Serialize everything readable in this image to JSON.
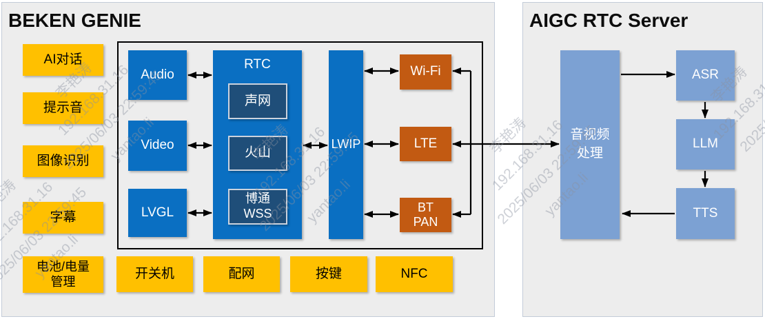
{
  "watermark": {
    "text": "李艳涛\n192.168.31.16\n2025/06/03 22:59:45\nyantao.li"
  },
  "left_panel": {
    "title": "BEKEN GENIE",
    "features": [
      "AI对话",
      "提示音",
      "图像识别",
      "字幕",
      "电池/电量\n管理"
    ],
    "bottom_features": [
      "开关机",
      "配网",
      "按键",
      "NFC"
    ],
    "peripherals": [
      "Audio",
      "Video",
      "LVGL"
    ],
    "rtc": {
      "label": "RTC",
      "engines": [
        "声网",
        "火山",
        "博通\nWSS"
      ]
    },
    "lwip": "LWIP",
    "links": [
      "Wi-Fi",
      "LTE",
      "BT\nPAN"
    ]
  },
  "right_panel": {
    "title": "AIGC RTC Server",
    "av_processing": "音视频\n处理",
    "pipeline": [
      "ASR",
      "LLM",
      "TTS"
    ]
  },
  "colors": {
    "feature_yellow": "#ffc000",
    "module_blue": "#0a6fc2",
    "engine_navy": "#1f4e79",
    "link_orange": "#c25a12",
    "server_blue": "#7ca1d3",
    "panel_gray": "#ededed",
    "arrow_black": "#000000"
  }
}
